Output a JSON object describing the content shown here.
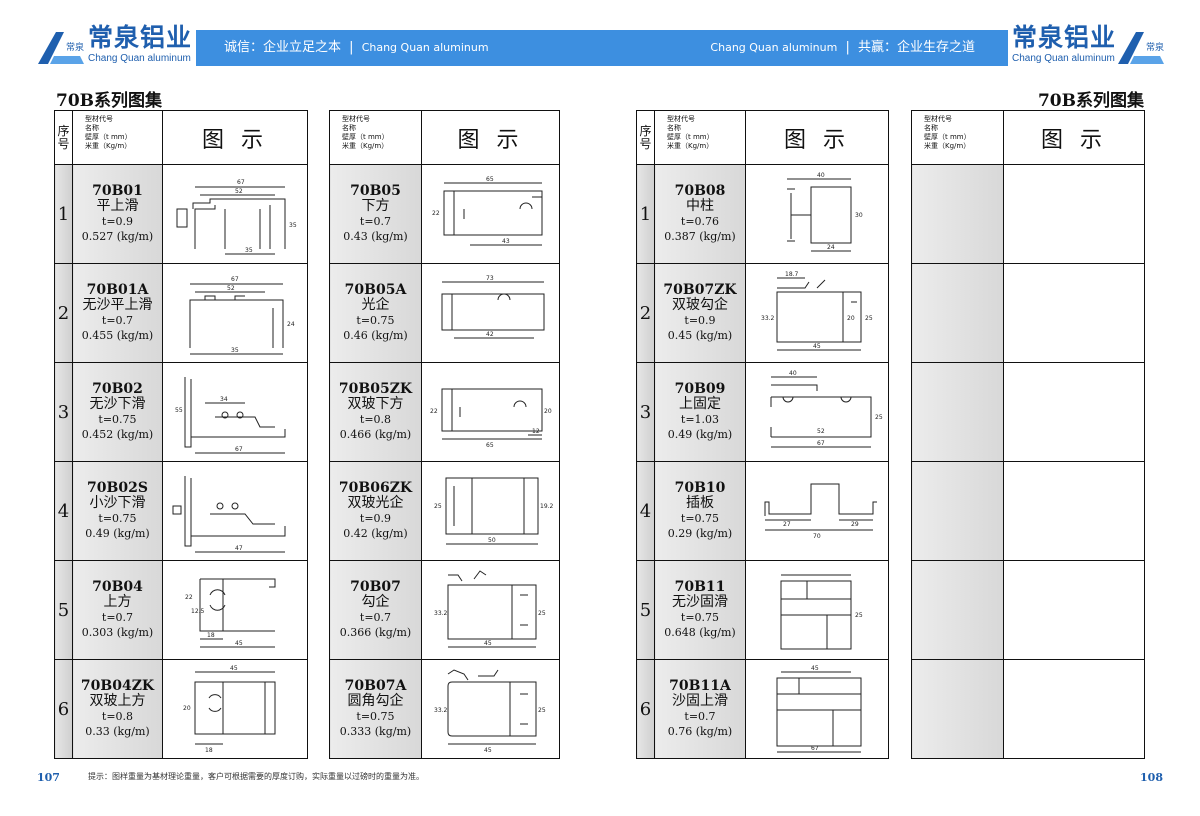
{
  "brand": {
    "name_zh": "常泉铝业",
    "name_en": "Chang Quan aluminum",
    "badge": "常泉"
  },
  "header": {
    "left_slogan": "诚信：企业立足之本",
    "left_en": "Chang Quan aluminum",
    "right_en": "Chang Quan aluminum",
    "right_slogan": "共赢：企业生存之道",
    "separator": "|"
  },
  "left_page": {
    "title": "70B系列图集",
    "number": "107"
  },
  "right_page": {
    "title": "70B系列图集",
    "number": "108"
  },
  "table_header": {
    "index": "序号",
    "info": [
      "型材代号",
      "名称",
      "壁厚（t mm）",
      "米重（Kg/m）"
    ],
    "figure": "图 示"
  },
  "rows": [
    "1",
    "2",
    "3",
    "4",
    "5",
    "6"
  ],
  "products": {
    "t1": [
      {
        "code": "70B01",
        "name": "平上滑",
        "t": "t=0.9",
        "w": "0.527 (kg/m)"
      },
      {
        "code": "70B01A",
        "name": "无沙平上滑",
        "t": "t=0.7",
        "w": "0.455 (kg/m)"
      },
      {
        "code": "70B02",
        "name": "无沙下滑",
        "t": "t=0.75",
        "w": "0.452 (kg/m)"
      },
      {
        "code": "70B02S",
        "name": "小沙下滑",
        "t": "t=0.75",
        "w": "0.49 (kg/m)"
      },
      {
        "code": "70B04",
        "name": "上方",
        "t": "t=0.7",
        "w": "0.303 (kg/m)"
      },
      {
        "code": "70B04ZK",
        "name": "双玻上方",
        "t": "t=0.8",
        "w": "0.33 (kg/m)"
      }
    ],
    "t2": [
      {
        "code": "70B05",
        "name": "下方",
        "t": "t=0.7",
        "w": "0.43 (kg/m)"
      },
      {
        "code": "70B05A",
        "name": "光企",
        "t": "t=0.75",
        "w": "0.46 (kg/m)"
      },
      {
        "code": "70B05ZK",
        "name": "双玻下方",
        "t": "t=0.8",
        "w": "0.466 (kg/m)"
      },
      {
        "code": "70B06ZK",
        "name": "双玻光企",
        "t": "t=0.9",
        "w": "0.42 (kg/m)"
      },
      {
        "code": "70B07",
        "name": "勾企",
        "t": "t=0.7",
        "w": "0.366 (kg/m)"
      },
      {
        "code": "70B07A",
        "name": "圆角勾企",
        "t": "t=0.75",
        "w": "0.333 (kg/m)"
      }
    ],
    "t3": [
      {
        "code": "70B08",
        "name": "中柱",
        "t": "t=0.76",
        "w": "0.387 (kg/m)"
      },
      {
        "code": "70B07ZK",
        "name": "双玻勾企",
        "t": "t=0.9",
        "w": "0.45 (kg/m)"
      },
      {
        "code": "70B09",
        "name": "上固定",
        "t": "t=1.03",
        "w": "0.49 (kg/m)"
      },
      {
        "code": "70B10",
        "name": "插板",
        "t": "t=0.75",
        "w": "0.29 (kg/m)"
      },
      {
        "code": "70B11",
        "name": "无沙固滑",
        "t": "t=0.75",
        "w": "0.648 (kg/m)"
      },
      {
        "code": "70B11A",
        "name": "沙固上滑",
        "t": "t=0.7",
        "w": "0.76 (kg/m)"
      }
    ]
  },
  "dims": {
    "d01": [
      "67",
      "52",
      "35",
      "35"
    ],
    "d01a": [
      "67",
      "52",
      "35",
      "24"
    ],
    "d02": [
      "55",
      "34",
      "67"
    ],
    "d02s": [
      "47"
    ],
    "d04": [
      "22",
      "12.5",
      "18",
      "45"
    ],
    "d04zk": [
      "45",
      "20",
      "18"
    ],
    "d05": [
      "65",
      "22",
      "43"
    ],
    "d05a": [
      "73",
      "42"
    ],
    "d05zk": [
      "22",
      "20",
      "12",
      "65"
    ],
    "d06zk": [
      "25",
      "19.2",
      "50"
    ],
    "d07": [
      "33.2",
      "25",
      "45"
    ],
    "d07a": [
      "33.2",
      "25",
      "45"
    ],
    "d08": [
      "40",
      "30",
      "24"
    ],
    "d07zk": [
      "18.7",
      "33.2",
      "20",
      "25",
      "45"
    ],
    "d09": [
      "40",
      "25",
      "52",
      "67"
    ],
    "d10": [
      "27",
      "29",
      "70"
    ],
    "d11": [
      "25"
    ],
    "d11a": [
      "45",
      "67"
    ]
  },
  "footer": {
    "note": "提示：图样重量为基材理论重量，客户可根据需要的厚度订购，实际重量以过磅时的重量为准。"
  }
}
